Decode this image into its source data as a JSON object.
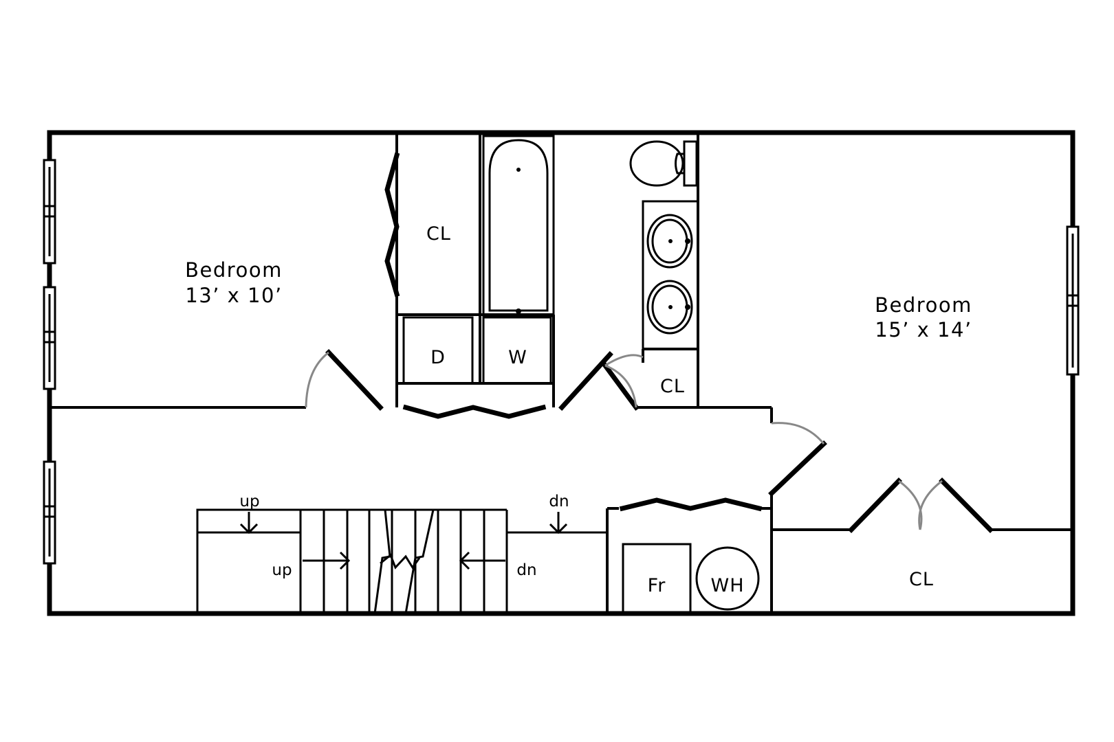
{
  "rooms": {
    "bedroom_left": {
      "name": "Bedroom",
      "size": "13’ x 10’"
    },
    "bedroom_right": {
      "name": "Bedroom",
      "size": "15’ x 14’"
    }
  },
  "labels": {
    "closet_top": "CL",
    "dryer": "D",
    "washer": "W",
    "closet_bath": "CL",
    "closet_bottom": "CL",
    "fridge": "Fr",
    "water_heater": "WH",
    "stair_up_top": "up",
    "stair_up_side": "up",
    "stair_dn_top": "dn",
    "stair_dn_side": "dn"
  }
}
